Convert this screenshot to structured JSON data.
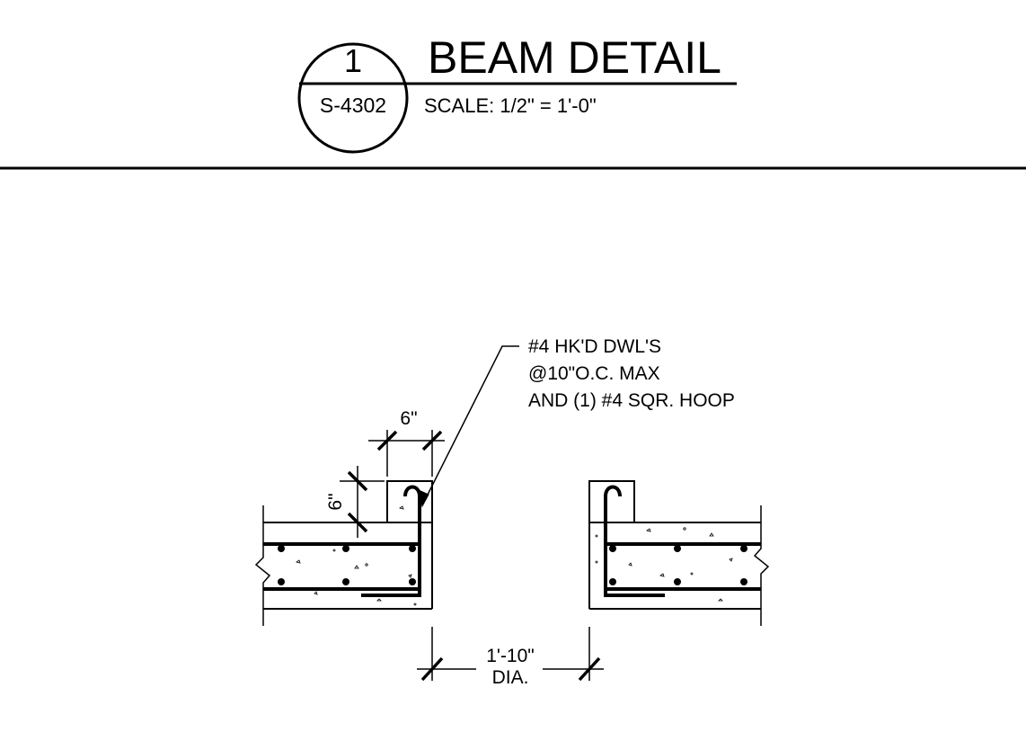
{
  "title_block": {
    "detail_number": "1",
    "sheet_number": "S-4302",
    "title": "BEAM DETAIL",
    "scale": "SCALE:  1/2\" = 1'-0\""
  },
  "callout": {
    "line1": "#4 HK'D DWL'S",
    "line2": "@10\"O.C. MAX",
    "line3": "AND (1) #4 SQR. HOOP"
  },
  "dimensions": {
    "top_width": "6\"",
    "side_height": "6\"",
    "opening": "1'-10\"",
    "opening_note": "DIA."
  }
}
